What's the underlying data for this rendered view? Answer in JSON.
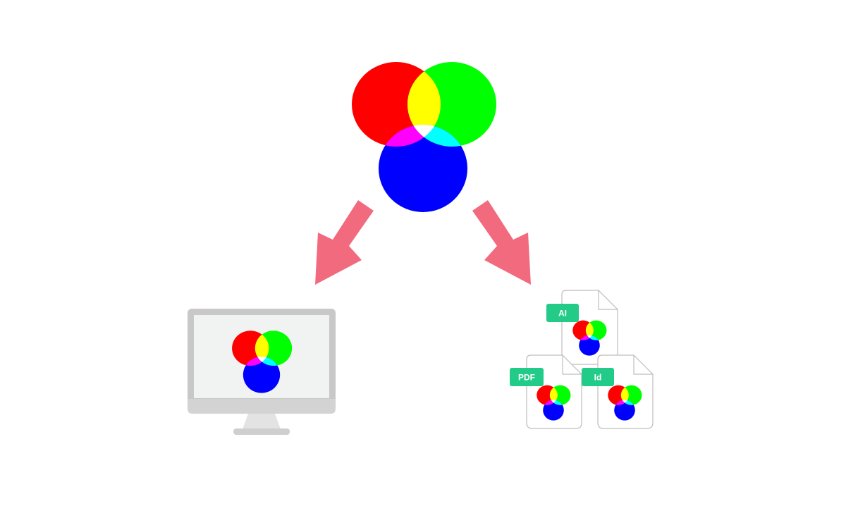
{
  "colors": {
    "red": "#ff0000",
    "green": "#00ff00",
    "blue": "#0000ff",
    "yellow": "#ffff00",
    "magenta": "#ff00ff",
    "cyan": "#00ffff",
    "white": "#ffffff",
    "arrow": "#f26a7e",
    "badge": "#22cc88",
    "monitor_frame": "#c8c8c8",
    "monitor_screen": "#f1f2f2",
    "monitor_chin": "#d3d3d3",
    "monitor_stand": "#e3e3e3",
    "monitor_base": "#cfcfcf",
    "file_stroke": "#bdbdbd"
  },
  "files": [
    {
      "label": "AI"
    },
    {
      "label": "PDF"
    },
    {
      "label": "Id"
    }
  ]
}
